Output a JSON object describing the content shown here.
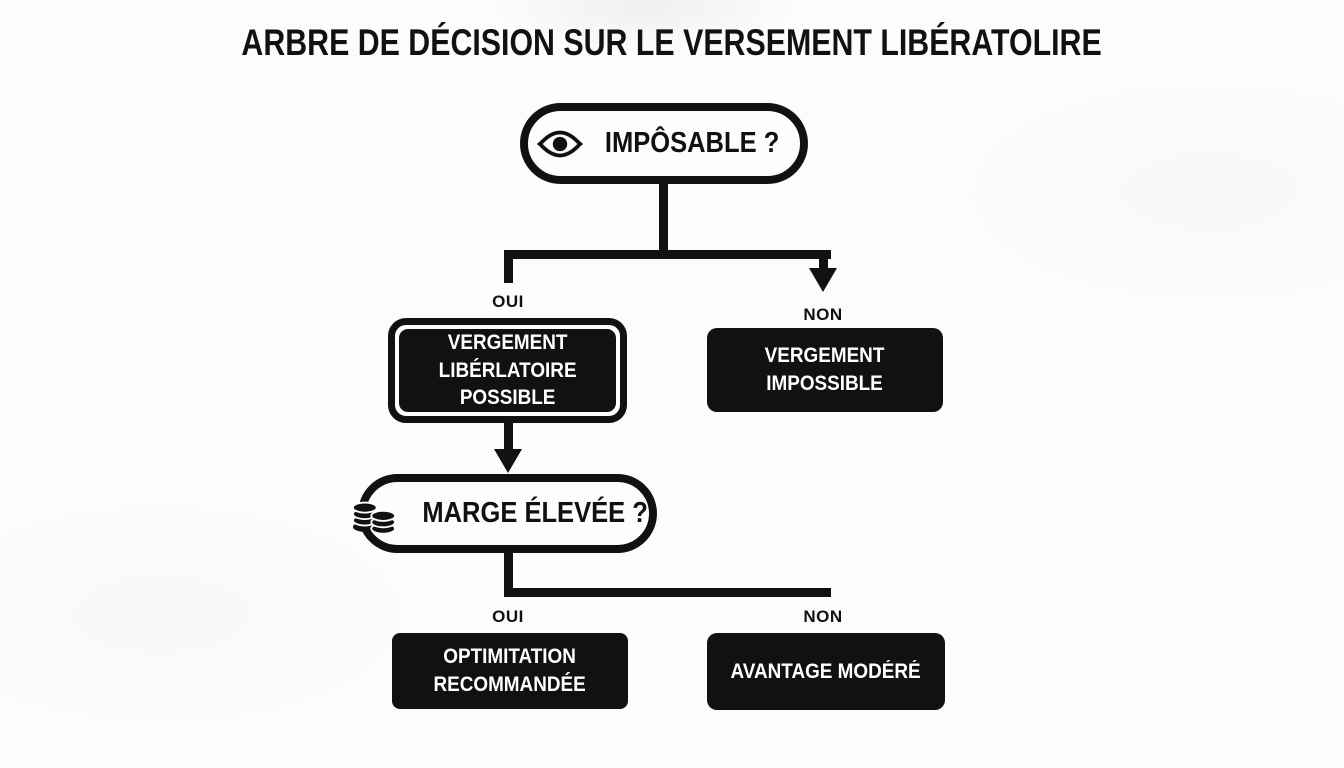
{
  "title": "ARBRE DE DÉCISION SUR LE VERSEMENT LIBÉRATOLIRE",
  "colors": {
    "ink": "#111111",
    "paper": "#fcfcfc"
  },
  "tree": {
    "root": {
      "icon": "eye-icon",
      "label": "IMPÔSABLE ?",
      "yes_label": "OUI",
      "no_label": "NON"
    },
    "root_yes_box": {
      "text": "VERGEMENT\nLIBÉRLATOIRE\nPOSSIBLE"
    },
    "root_no_box": {
      "text": "VERGEMENT\nIMPOSSIBLE"
    },
    "second": {
      "icon": "coins-icon",
      "label": "MARGE ÉLEVÉE ?",
      "yes_label": "OUI",
      "no_label": "NON"
    },
    "second_yes_box": {
      "text": "OPTIMITATION\nRECOMMANDÉE"
    },
    "second_no_box": {
      "text": "AVANTAGE MODÉRÉ"
    }
  }
}
